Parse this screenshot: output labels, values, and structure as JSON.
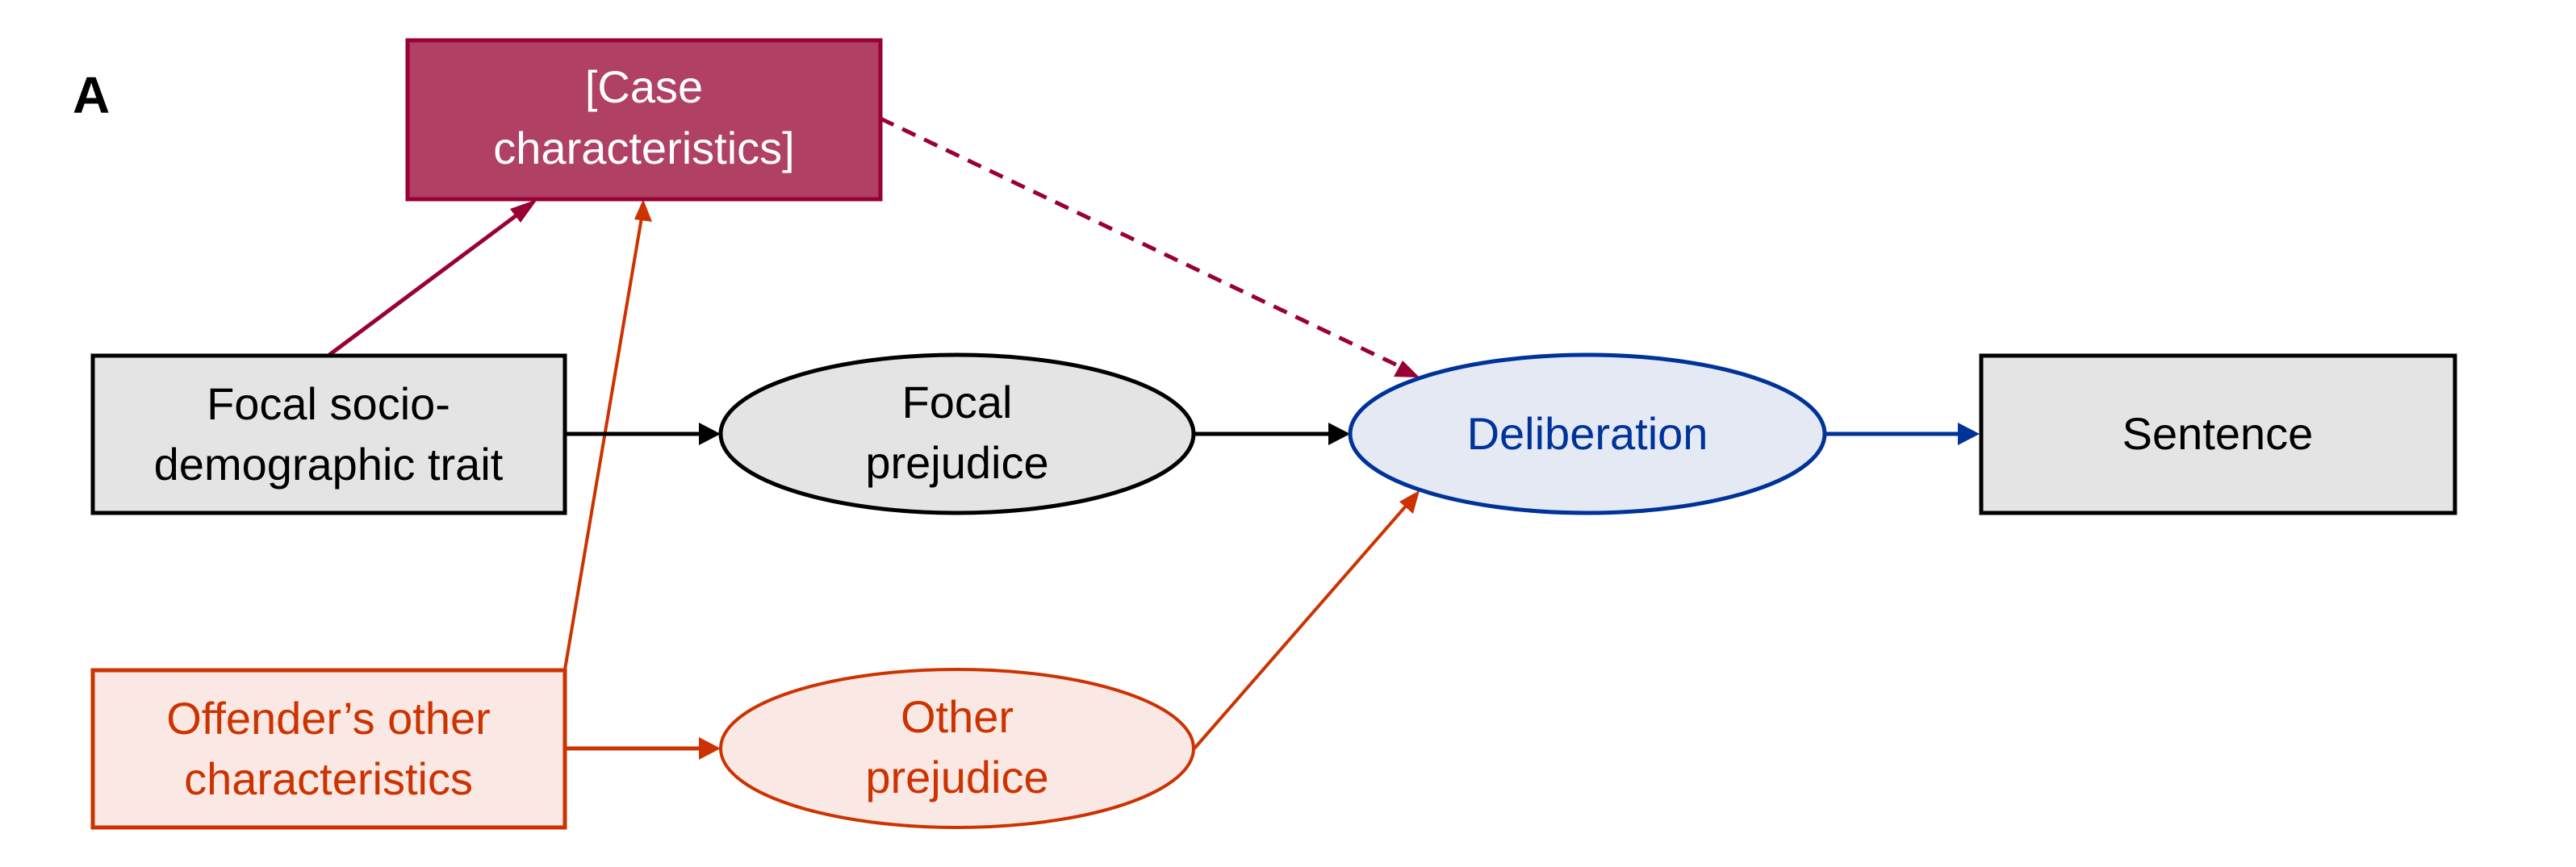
{
  "panel_label": "A",
  "colors": {
    "black": "#000000",
    "neutral_fill": "#E4E4E4",
    "case_fill": "#B04064",
    "case_stroke": "#990033",
    "case_text": "#FFFFFF",
    "orange": "#CC3300",
    "orange_fill": "#F9E8E4",
    "blue": "#003399",
    "blue_fill": "#E4E9F4"
  },
  "nodes": {
    "case": {
      "shape": "rect",
      "lines": [
        "[Case",
        "characteristics]"
      ]
    },
    "focal_trait": {
      "shape": "rect",
      "lines": [
        "Focal socio-",
        "demographic trait"
      ]
    },
    "focal_prejudice": {
      "shape": "ellipse",
      "lines": [
        "Focal",
        "prejudice"
      ]
    },
    "deliberation": {
      "shape": "ellipse",
      "lines": [
        "Deliberation"
      ]
    },
    "sentence": {
      "shape": "rect",
      "lines": [
        "Sentence"
      ]
    },
    "offender_other": {
      "shape": "rect",
      "lines": [
        "Offender’s other",
        "characteristics"
      ]
    },
    "other_prejudice": {
      "shape": "ellipse",
      "lines": [
        "Other",
        "prejudice"
      ]
    }
  },
  "edges": [
    {
      "from": "focal_trait",
      "to": "case",
      "style": "solid",
      "color": "case_stroke"
    },
    {
      "from": "offender_other",
      "to": "case",
      "style": "solid",
      "color": "orange"
    },
    {
      "from": "case",
      "to": "deliberation",
      "style": "dashed",
      "color": "case_stroke"
    },
    {
      "from": "focal_trait",
      "to": "focal_prejudice",
      "style": "solid",
      "color": "black"
    },
    {
      "from": "focal_prejudice",
      "to": "deliberation",
      "style": "solid",
      "color": "black"
    },
    {
      "from": "deliberation",
      "to": "sentence",
      "style": "solid",
      "color": "blue"
    },
    {
      "from": "offender_other",
      "to": "other_prejudice",
      "style": "solid",
      "color": "orange"
    },
    {
      "from": "other_prejudice",
      "to": "deliberation",
      "style": "solid",
      "color": "orange"
    }
  ]
}
